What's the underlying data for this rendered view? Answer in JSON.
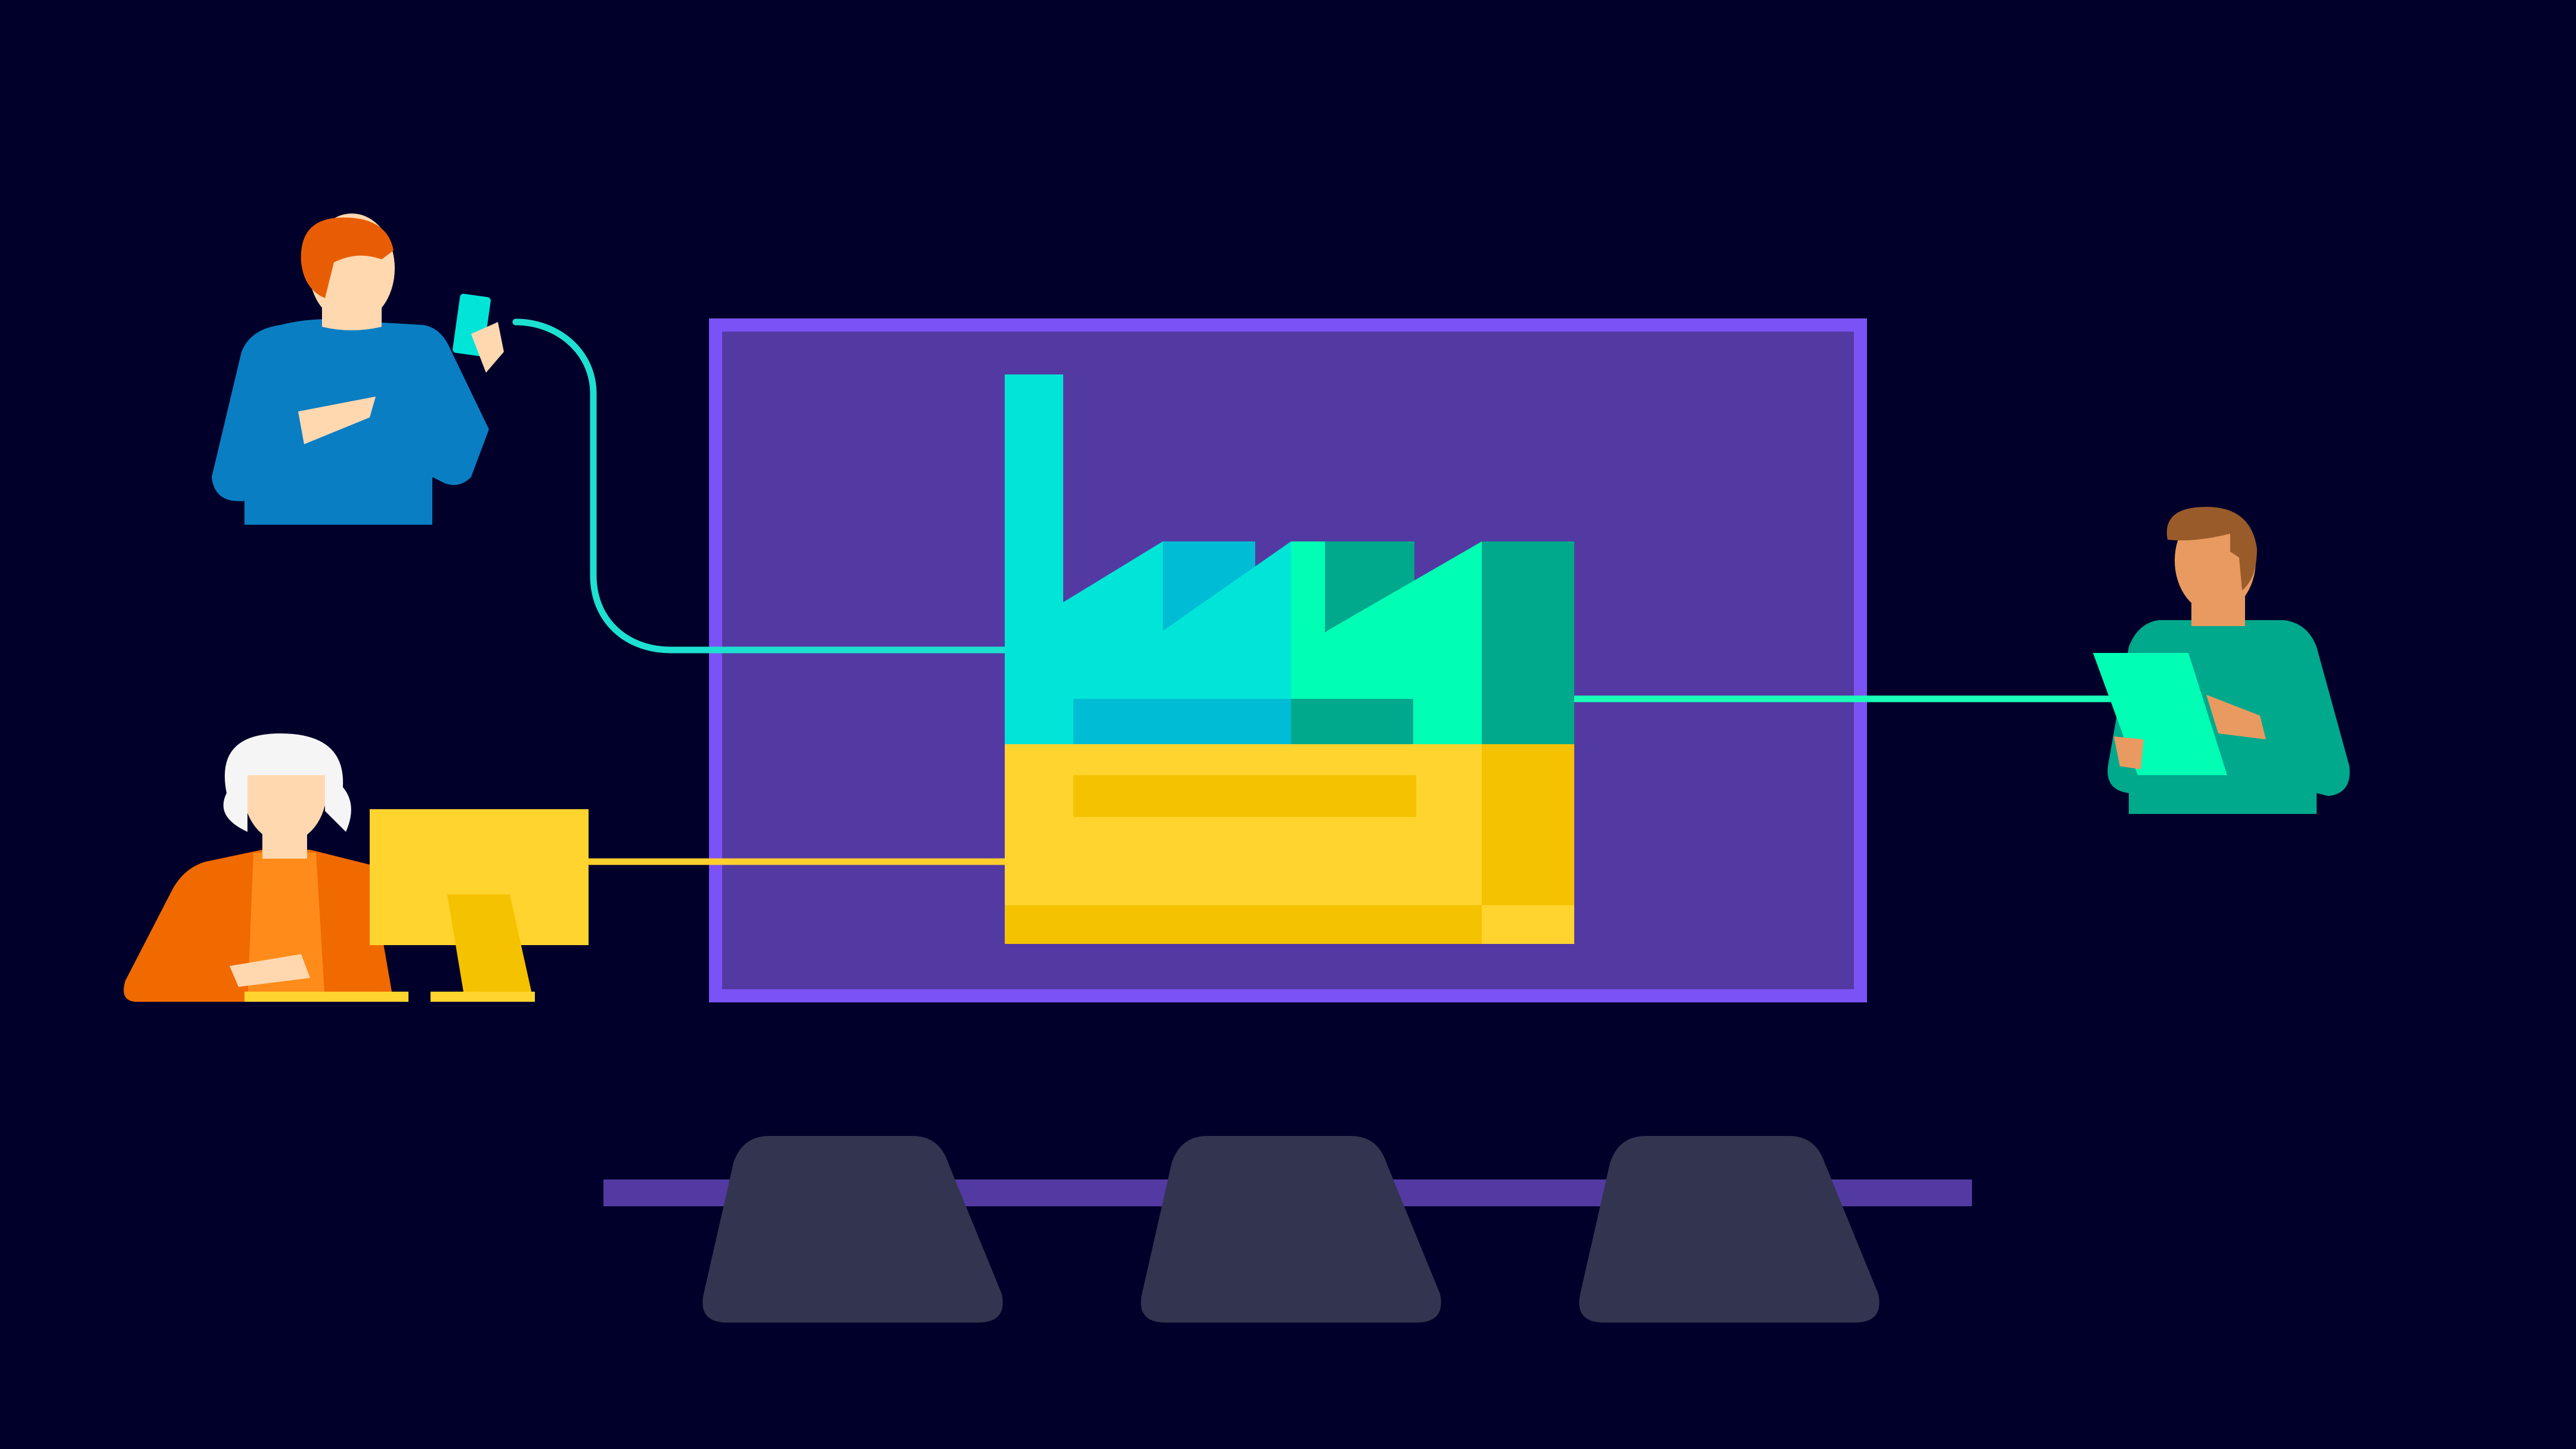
{
  "colors": {
    "background": "#00002a",
    "screen_fill": "#533aa3",
    "screen_border": "#7b52f5",
    "factory_cyan": "#00e5d8",
    "factory_blue": "#00bcd4",
    "factory_green": "#00ffb4",
    "factory_teal": "#00a88c",
    "factory_yellow": "#ffd42e",
    "factory_gold": "#f5c200",
    "line_cyan": "#1ee0d0",
    "line_yellow": "#ffcf2e",
    "line_green": "#1affb8",
    "seat_gray": "#33344f",
    "rail_purple": "#533aa3",
    "person1_shirt": "#0a7ec2",
    "person1_hair": "#e85d04",
    "person2_shirt": "#f06a00",
    "person2_hair": "#f5f5f5",
    "person3_shirt": "#00a88c",
    "person3_hair": "#9a5b2a",
    "skin_light": "#ffd8b0",
    "skin_tan": "#e89a60"
  },
  "icons": {
    "factory": "factory-icon",
    "phone": "phone-icon",
    "monitor": "monitor-icon",
    "tablet": "tablet-icon",
    "seat": "seat-icon"
  },
  "seats": [
    "seat-left",
    "seat-center",
    "seat-right"
  ]
}
